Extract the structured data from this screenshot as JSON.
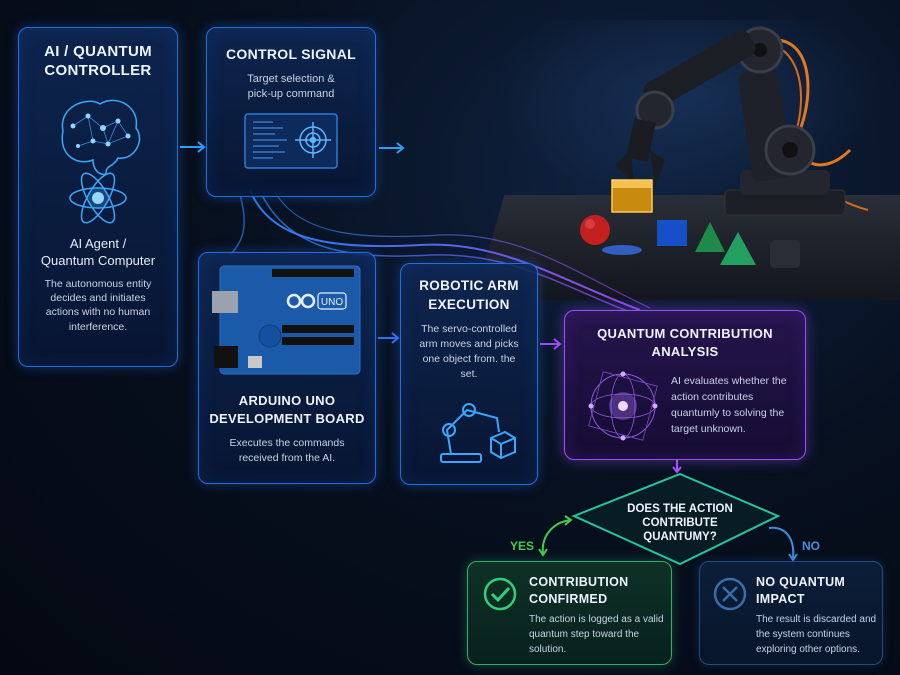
{
  "controller": {
    "title_line1": "AI / QUANTUM",
    "title_line2": "CONTROLLER",
    "subtitle_line1": "AI Agent /",
    "subtitle_line2": "Quantum Computer",
    "description": "The autonomous entity decides and initiates actions with no human interference.",
    "icons": [
      "brain-network-icon",
      "atom-icon"
    ]
  },
  "control_signal": {
    "title": "CONTROL SIGNAL",
    "description_line1": "Target selection &",
    "description_line2": "pick-up command",
    "icon": "monitor-target-icon"
  },
  "arduino": {
    "board_label": "UNO",
    "title_line1": "ARDUINO UNO",
    "title_line2": "DEVELOPMENT BOARD",
    "description_line1": "Executes the commands",
    "description_line2": "received from the AI."
  },
  "robotic_arm": {
    "title_line1": "ROBOTIC ARM",
    "title_line2": "EXECUTION",
    "description": "The servo-controlled arm moves and picks one object from. the set.",
    "icon": "robot-arm-icon"
  },
  "quantum_analysis": {
    "title_line1": "QUANTUM CONTRIBUTION",
    "title_line2": "ANALYSIS",
    "description": "AI evaluates whether the action contributes quantumly to solving the target unknown.",
    "icon": "quantum-sphere-icon"
  },
  "decision": {
    "line1": "DOES THE ACTION",
    "line2": "CONTRIBUTE",
    "line3": "QUANTUMY?",
    "yes_label": "YES",
    "no_label": "NO"
  },
  "confirmed": {
    "title_line1": "CONTRIBUTION",
    "title_line2": "CONFIRMED",
    "description": "The action is logged as a valid quantum step toward the solution.",
    "icon": "check-circle-icon"
  },
  "no_impact": {
    "title_line1": "NO QUANTUM",
    "title_line2": "IMPACT",
    "description": "The result is discarded and the system continues exploring other options.",
    "icon": "x-circle-icon"
  },
  "colors": {
    "blue_accent": "#1f6fe0",
    "purple_accent": "#9b4dff",
    "green_accent": "#2fd07a",
    "teal_decision": "#1fc8a0",
    "no_blue": "#3d8fe0"
  }
}
